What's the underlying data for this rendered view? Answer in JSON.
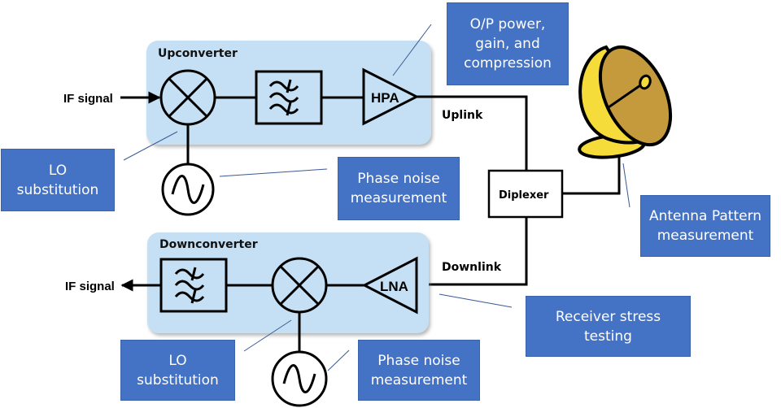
{
  "upconverter": {
    "title": "Upconverter",
    "input_label": "IF signal",
    "amplifier_label": "HPA",
    "link_label": "Uplink"
  },
  "downconverter": {
    "title": "Downconverter",
    "output_label": "IF signal",
    "amplifier_label": "LNA",
    "link_label": "Downlink"
  },
  "diplexer": {
    "label": "Diplexer"
  },
  "antenna": {
    "icon": "satellite-dish-icon"
  },
  "callouts": {
    "op_power": "O/P power,\ngain, and\ncompression",
    "lo_sub_up": "LO\nsubstitution",
    "phase_noise_up": "Phase noise\nmeasurement",
    "antenna_pattern": "Antenna Pattern\nmeasurement",
    "receiver_stress": "Receiver stress\ntesting",
    "lo_sub_down": "LO\nsubstitution",
    "phase_noise_down": "Phase noise\nmeasurement"
  },
  "colors": {
    "callout_fill": "#4472c4",
    "group_fill": "#c5e0f4",
    "dish_dark": "#c49a3c",
    "dish_light": "#f5dc3a"
  }
}
